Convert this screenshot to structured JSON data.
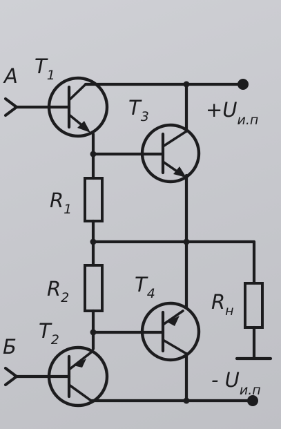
{
  "labels": {
    "input_a": "A",
    "input_b": "Б",
    "t1": {
      "main": "T",
      "sub": "1"
    },
    "t2": {
      "main": "T",
      "sub": "2"
    },
    "t3": {
      "main": "T",
      "sub": "3"
    },
    "t4": {
      "main": "T",
      "sub": "4"
    },
    "r1": {
      "main": "R",
      "sub": "1"
    },
    "r2": {
      "main": "R",
      "sub": "2"
    },
    "rn": {
      "main": "R",
      "sub": "н"
    },
    "v_plus": {
      "main": "+U",
      "sub": "и.п"
    },
    "v_minus": {
      "main": "- U",
      "sub": "и.п"
    }
  }
}
